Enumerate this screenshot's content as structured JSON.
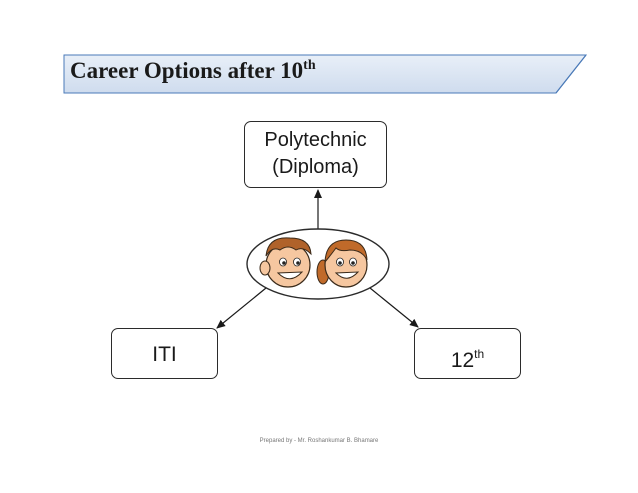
{
  "title": {
    "text": "Career Options after 10",
    "sup": "th"
  },
  "nodes": {
    "polytechnic": {
      "line1": "Polytechnic",
      "line2": "(Diploma)"
    },
    "iti": {
      "label": "ITI"
    },
    "twelfth": {
      "label": "12",
      "sup": "th"
    }
  },
  "center": {
    "icon": "boy-and-girl-faces-icon"
  },
  "footer": {
    "text": "Prepared by - Mr. Roshankumar B. Bhamare"
  },
  "colors": {
    "banner_fill": "#dbe6f3",
    "banner_stroke": "#4a7ab8",
    "border": "#2b2b2b"
  }
}
